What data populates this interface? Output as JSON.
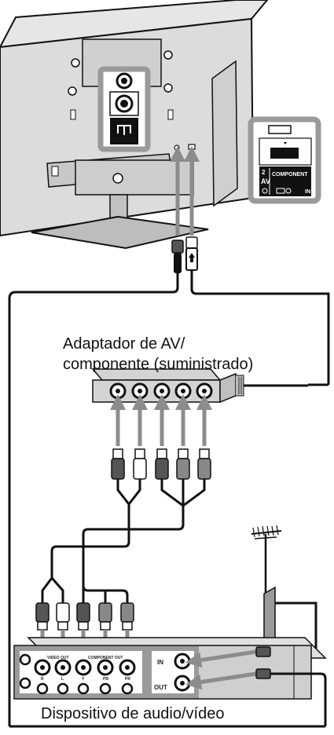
{
  "captions": {
    "adapter_line1": "Adaptador de AV/",
    "adapter_line2": "componente (suministrado)",
    "device": "Dispositivo de audio/vídeo"
  },
  "tv_panel": {
    "jack_number": "2",
    "av_label": "AV",
    "component_label": "COMPONENT",
    "in_label": "IN"
  },
  "device_panel": {
    "video_out_label": "VIDEO OUT",
    "component_out_label": "COMPONENT OUT",
    "jack_labels": [
      "R",
      "L",
      "Y",
      "PB",
      "PR"
    ],
    "antenna_in": "IN",
    "antenna_out": "OUT"
  },
  "colors": {
    "line": "#111111",
    "panel_gray": "#9a9a9a",
    "arrow_gray": "#8c8c8c",
    "body_gray": "#d4d4d4"
  }
}
